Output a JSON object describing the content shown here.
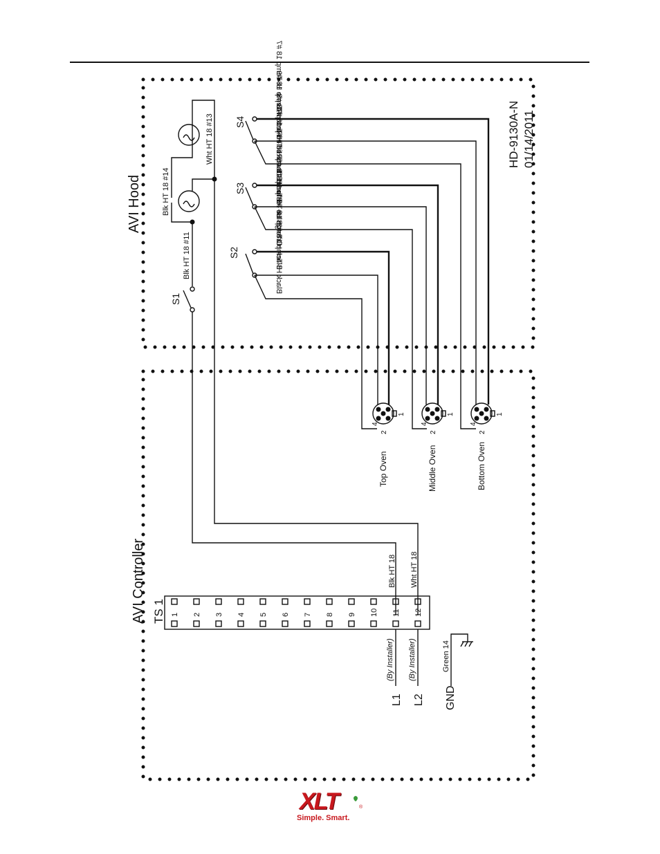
{
  "hood": {
    "title": "AVI Hood",
    "drawing_number": "HD-9130A-N",
    "date": "01/14/2011",
    "switches": [
      "S1",
      "S2",
      "S3",
      "S4"
    ],
    "lamp_wires": [
      "Blk HT 18 #14",
      "Blk HT 18 #11",
      "Wht HT 18 #13"
    ],
    "switch_wires": [
      "Black Hi-Temp 18 #2",
      "Black Hi-Temp 18 #3",
      "Orange Hi-Temp 18 #1",
      "Blue Hi-Temp 18 #5",
      "Blue Hi-Temp 18 #6",
      "Brown Hi-Temp 18 #4",
      "Red Hi-Temp 18 #8",
      "Red Hi-Temp 18 #9",
      "Purple Hi-Temp 18 #7"
    ]
  },
  "ovens": [
    {
      "label": "Top Oven",
      "pins": [
        "4",
        "1",
        "2"
      ]
    },
    {
      "label": "Middle Oven",
      "pins": [
        "4",
        "1",
        "2"
      ]
    },
    {
      "label": "Bottom Oven",
      "pins": [
        "4",
        "1",
        "2"
      ]
    }
  ],
  "controller": {
    "title": "AVI Controller",
    "terminal_strip": "TS 1",
    "terminals": [
      "1",
      "2",
      "3",
      "4",
      "5",
      "6",
      "7",
      "8",
      "9",
      "10",
      "11",
      "12"
    ],
    "terminal_wires": [
      "Blk HT 18",
      "Wht HT 18"
    ],
    "supply": [
      {
        "line": "L1",
        "note": "(By Installer)"
      },
      {
        "line": "L2",
        "note": "(By Installer)"
      }
    ],
    "ground": {
      "label": "GND",
      "wire": "Green 14"
    }
  },
  "logo": {
    "wordmark": "XLT",
    "registered": "®",
    "tagline": "Simple. Smart.",
    "brand_color": "#c8181e"
  }
}
